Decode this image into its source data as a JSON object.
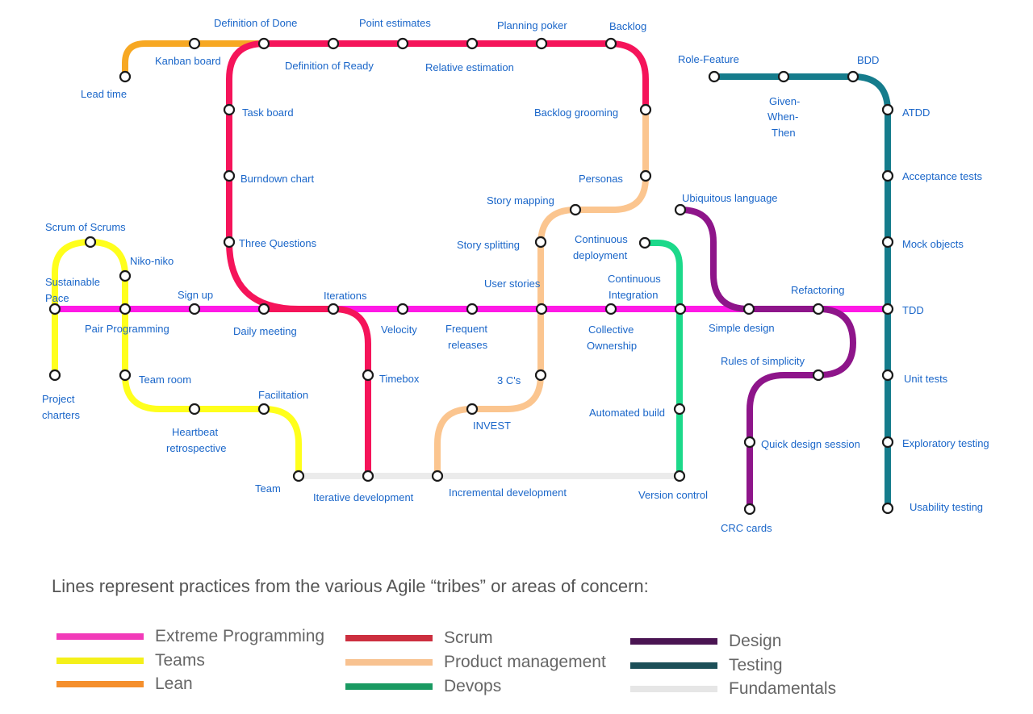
{
  "legend": {
    "title": "Lines represent practices from the various Agile “tribes” or areas of concern:",
    "items": [
      {
        "key": "xp",
        "label": "Extreme Programming",
        "color": "#f23ab9"
      },
      {
        "key": "teams",
        "label": "Teams",
        "color": "#f4f01a"
      },
      {
        "key": "lean",
        "label": "Lean",
        "color": "#f58f2c"
      },
      {
        "key": "scrum",
        "label": "Scrum",
        "color": "#cc2f3f"
      },
      {
        "key": "pm",
        "label": "Product management",
        "color": "#f8c290"
      },
      {
        "key": "devops",
        "label": "Devops",
        "color": "#1a9a62"
      },
      {
        "key": "design",
        "label": "Design",
        "color": "#4a1452"
      },
      {
        "key": "testing",
        "label": "Testing",
        "color": "#1c4f58"
      },
      {
        "key": "fundamentals",
        "label": "Fundamentals",
        "color": "#e6e6e6"
      }
    ]
  },
  "line_colors": {
    "xp": "#ff19e6",
    "teams": "#ffff1c",
    "lean": "#f7a823",
    "scrum": "#f5145a",
    "pm": "#fbc58f",
    "devops": "#1cd98a",
    "design": "#8e158a",
    "testing": "#157c8c",
    "fundamentals": "#ebebeb"
  },
  "stations": {
    "lead_time": "Lead time",
    "kanban_board": "Kanban board",
    "definition_of_done": "Definition of Done",
    "definition_of_ready": "Definition of Ready",
    "point_estimates": "Point estimates",
    "relative_estimation": "Relative estimation",
    "planning_poker": "Planning poker",
    "backlog": "Backlog",
    "backlog_grooming": "Backlog grooming",
    "personas": "Personas",
    "task_board": "Task board",
    "burndown_chart": "Burndown chart",
    "three_questions": "Three Questions",
    "role_feature": "Role-Feature",
    "given_when_then": [
      "Given-",
      "When-",
      "Then"
    ],
    "bdd": "BDD",
    "atdd": "ATDD",
    "acceptance_tests": "Acceptance tests",
    "mock_objects": "Mock objects",
    "tdd": "TDD",
    "unit_tests": "Unit tests",
    "exploratory_testing": "Exploratory testing",
    "usability_testing": "Usability testing",
    "story_mapping": "Story mapping",
    "story_splitting": "Story splitting",
    "ubiquitous_language": "Ubiquitous language",
    "continuous_deployment": [
      "Continuous",
      "deployment"
    ],
    "scrum_of_scrums": "Scrum of Scrums",
    "niko_niko": "Niko-niko",
    "sustainable_pace": [
      "Sustainable",
      "Pace"
    ],
    "sign_up": "Sign up",
    "iterations": "Iterations",
    "user_stories": "User stories",
    "continuous_integration": [
      "Continuous",
      "Integration"
    ],
    "refactoring": "Refactoring",
    "pair_programming": "Pair Programming",
    "daily_meeting": "Daily meeting",
    "velocity": "Velocity",
    "frequent_releases": [
      "Frequent",
      "releases"
    ],
    "collective_ownership": [
      "Collective",
      "Ownership"
    ],
    "simple_design": "Simple design",
    "project_charters": [
      "Project",
      "charters"
    ],
    "team_room": "Team room",
    "timebox": "Timebox",
    "three_cs": "3 C's",
    "rules_of_simplicity": "Rules of simplicity",
    "heartbeat_retrospective": [
      "Heartbeat",
      "retrospective"
    ],
    "facilitation": "Facilitation",
    "invest": "INVEST",
    "automated_build": "Automated build",
    "quick_design_session": "Quick design session",
    "team": "Team",
    "iterative_development": "Iterative development",
    "incremental_development": "Incremental development",
    "version_control": "Version control",
    "crc_cards": "CRC cards"
  }
}
